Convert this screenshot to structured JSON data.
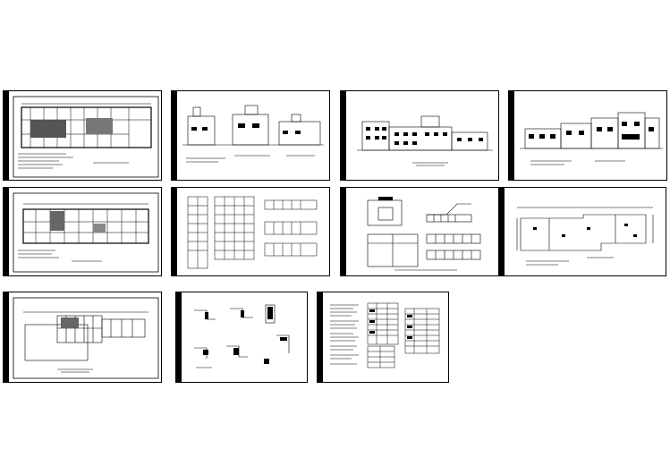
{
  "viewer": {
    "background": "#ffffff",
    "line_color": "#000000"
  },
  "sheets": [
    {
      "id": "s1",
      "kind": "floor-plan"
    },
    {
      "id": "s2",
      "kind": "elevation-small"
    },
    {
      "id": "s3",
      "kind": "elevation"
    },
    {
      "id": "s4",
      "kind": "elevation"
    },
    {
      "id": "s5",
      "kind": "floor-plan"
    },
    {
      "id": "s6",
      "kind": "window-detail"
    },
    {
      "id": "s7",
      "kind": "section-detail"
    },
    {
      "id": "s8",
      "kind": "roof-plan"
    },
    {
      "id": "s9",
      "kind": "floor-plan"
    },
    {
      "id": "s10",
      "kind": "node-detail"
    },
    {
      "id": "s11",
      "kind": "notes-schedule"
    }
  ]
}
